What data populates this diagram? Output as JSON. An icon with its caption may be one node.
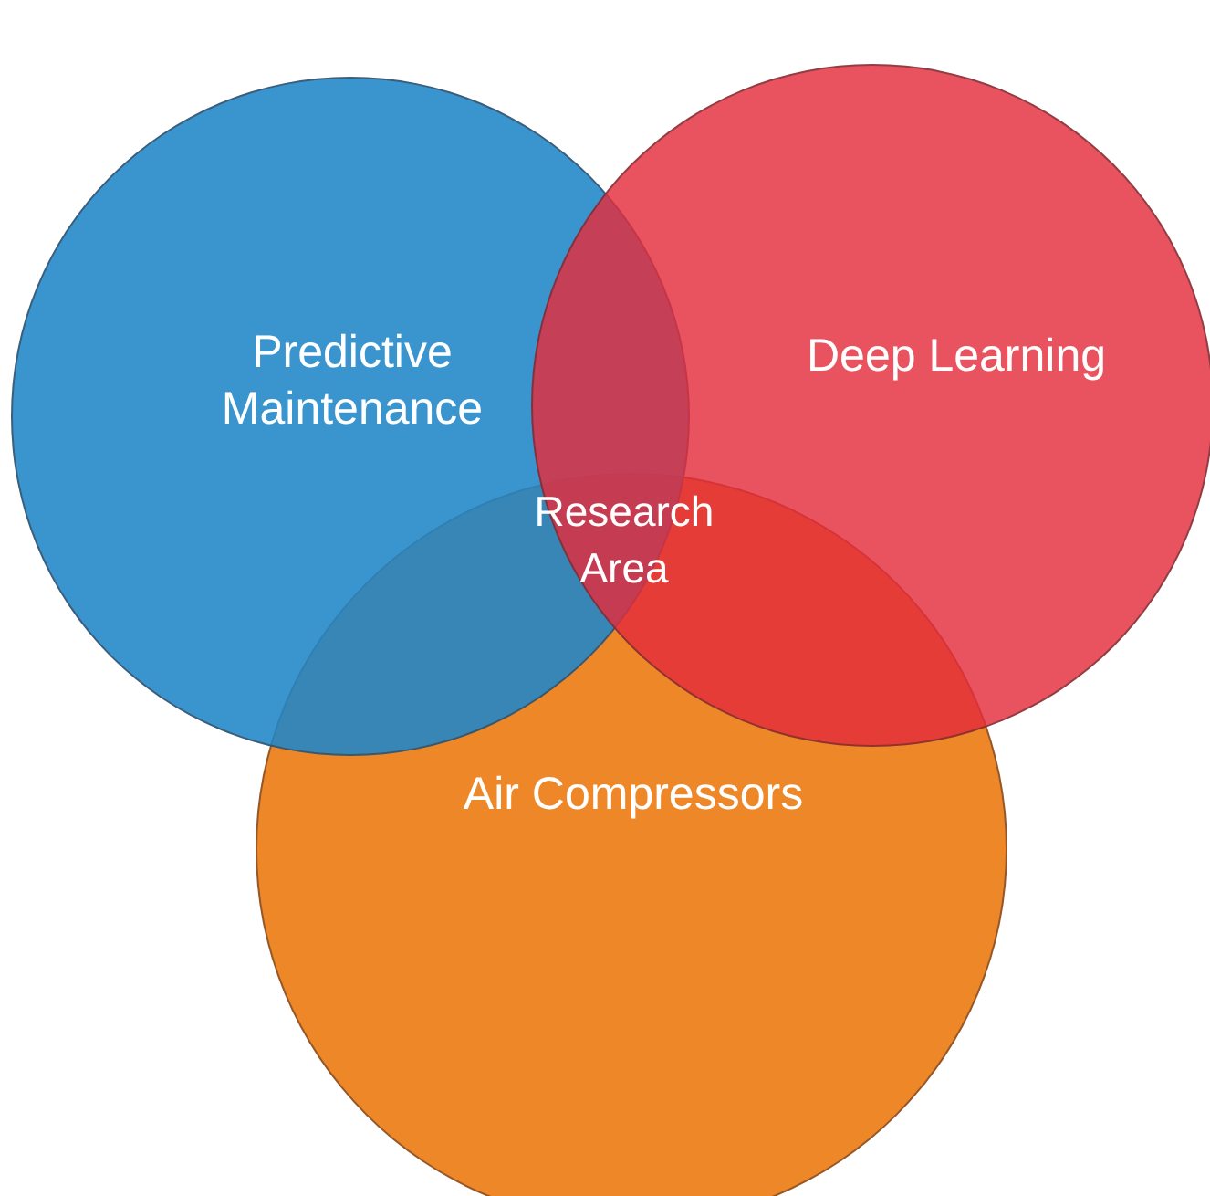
{
  "diagram": {
    "nodes": [
      {
        "text": [
          "Predictive Maintenance"
        ]
      },
      {
        "text": [
          "Deep Learning"
        ]
      },
      {
        "text": [
          "Air Compressors"
        ]
      }
    ],
    "labels": [
      "Research Area"
    ]
  }
}
